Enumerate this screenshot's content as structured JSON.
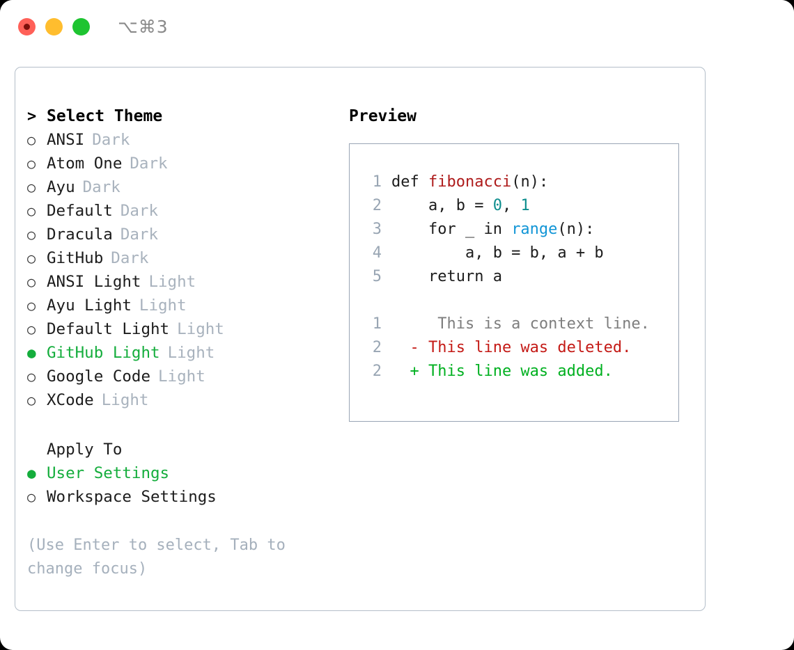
{
  "titlebar": {
    "shortcut": "⌥⌘3",
    "lights": [
      "close-red",
      "minimize-yellow",
      "zoom-green"
    ]
  },
  "theme_picker": {
    "header_marker": ">",
    "header": "Select Theme",
    "unselected_marker": "○",
    "selected_marker": "●",
    "selected_color": "#14ad3c",
    "badge_color": "#a8b2bd",
    "items": [
      {
        "label": "ANSI",
        "badge": "Dark",
        "selected": false
      },
      {
        "label": "Atom One",
        "badge": "Dark",
        "selected": false
      },
      {
        "label": "Ayu",
        "badge": "Dark",
        "selected": false
      },
      {
        "label": "Default",
        "badge": "Dark",
        "selected": false
      },
      {
        "label": "Dracula",
        "badge": "Dark",
        "selected": false
      },
      {
        "label": "GitHub",
        "badge": "Dark",
        "selected": false
      },
      {
        "label": "ANSI Light",
        "badge": "Light",
        "selected": false
      },
      {
        "label": "Ayu Light",
        "badge": "Light",
        "selected": false
      },
      {
        "label": "Default Light",
        "badge": "Light",
        "selected": false
      },
      {
        "label": "GitHub Light",
        "badge": "Light",
        "selected": true
      },
      {
        "label": "Google Code",
        "badge": "Light",
        "selected": false
      },
      {
        "label": "XCode",
        "badge": "Light",
        "selected": false
      }
    ]
  },
  "apply_to": {
    "header": "Apply To",
    "options": [
      {
        "label": "User Settings",
        "selected": true
      },
      {
        "label": "Workspace Settings",
        "selected": false
      }
    ]
  },
  "hint": "(Use Enter to select, Tab to change focus)",
  "preview": {
    "title": "Preview",
    "code_lines": [
      {
        "n": "1",
        "parts": [
          {
            "t": "def ",
            "c": "plain"
          },
          {
            "t": "fibonacci",
            "c": "fn"
          },
          {
            "t": "(n):",
            "c": "plain"
          }
        ]
      },
      {
        "n": "2",
        "parts": [
          {
            "t": "    a, b = ",
            "c": "plain"
          },
          {
            "t": "0",
            "c": "num"
          },
          {
            "t": ", ",
            "c": "plain"
          },
          {
            "t": "1",
            "c": "num"
          }
        ]
      },
      {
        "n": "3",
        "parts": [
          {
            "t": "    for _ in ",
            "c": "plain"
          },
          {
            "t": "range",
            "c": "call"
          },
          {
            "t": "(n):",
            "c": "plain"
          }
        ]
      },
      {
        "n": "4",
        "parts": [
          {
            "t": "        a, b = b, a + b",
            "c": "plain"
          }
        ]
      },
      {
        "n": "5",
        "parts": [
          {
            "t": "    return a",
            "c": "plain"
          }
        ]
      }
    ],
    "diff_lines": [
      {
        "n": "1",
        "sign": " ",
        "text": "  This is a context line.",
        "kind": "ctx"
      },
      {
        "n": "2",
        "sign": "-",
        "text": " This line was deleted.",
        "kind": "del"
      },
      {
        "n": "2",
        "sign": "+",
        "text": " This line was added.",
        "kind": "add"
      }
    ],
    "colors": {
      "function_name": "#ae1b1b",
      "builtin_call": "#1195d6",
      "number": "#0c8d8d",
      "diff_context": "#7e7e7e",
      "diff_deleted": "#c41a16",
      "diff_added": "#00b020",
      "line_number": "#98a5b3"
    }
  }
}
